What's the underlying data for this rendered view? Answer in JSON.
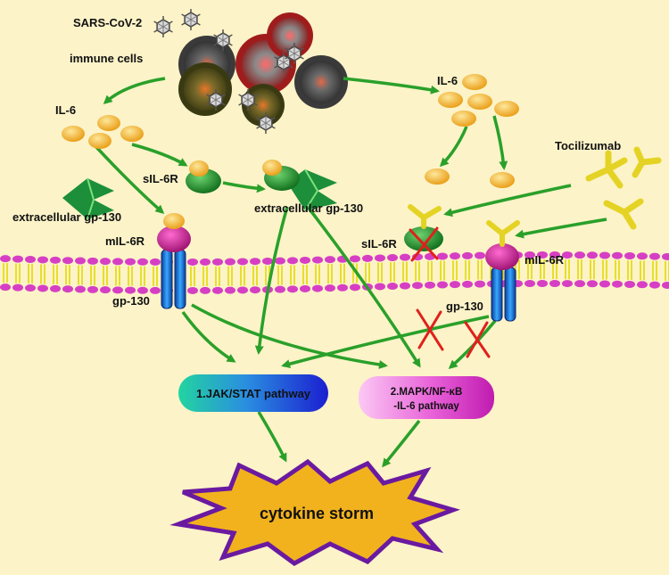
{
  "labels": {
    "virus": "SARS-CoV-2",
    "immune_cells": "immune cells",
    "il6_left": "IL-6",
    "il6_right": "IL-6",
    "sil6r_left": "sIL-6R",
    "sil6r_right": "sIL-6R",
    "ext_gp130_left": "extracellular gp-130",
    "ext_gp130_center": "extracellular gp-130",
    "mil6r_left": "mIL-6R",
    "mil6r_right": "mIL-6R",
    "gp130_left": "gp-130",
    "gp130_right": "gp-130",
    "tocilizumab": "Tocilizumab"
  },
  "pathways": {
    "jak_stat": "1.JAK/STAT pathway",
    "mapk_line1": "2.MAPK/NF-κB",
    "mapk_line2": "-IL-6 pathway"
  },
  "outcome": "cytokine storm",
  "colors": {
    "background": "#fcf3c8",
    "arrow": "#2aa02a",
    "il6": "#f2a81e",
    "receptor_green": "#1f8f2a",
    "antibody": "#e4d324",
    "inhibit_x": "#e0201a",
    "membrane_head": "#d63fc4",
    "membrane_tail": "#e8de2a",
    "storm_fill": "#f2b21e",
    "storm_border": "#6a1aa0"
  }
}
